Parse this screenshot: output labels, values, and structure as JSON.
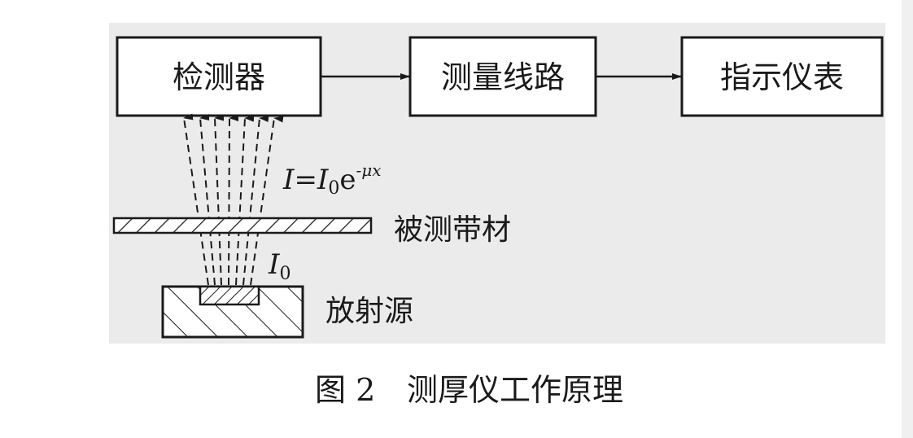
{
  "blocks": {
    "detector": "检测器",
    "measuring_circuit": "测量线路",
    "indicator": "指示仪表"
  },
  "labels": {
    "strip": "被测带材",
    "source": "放射源"
  },
  "formula": {
    "lhs": "I",
    "eq": "=",
    "i0_base": "I",
    "i0_sub": "0",
    "exp_base": "e",
    "exp_power": "-μx"
  },
  "incident": {
    "base": "I",
    "sub": "0"
  },
  "caption": {
    "number": "图 2",
    "title": "测厚仪工作原理"
  },
  "colors": {
    "ink": "#1a1a1a",
    "panel": "#ebebeb",
    "background": "#ffffff"
  }
}
